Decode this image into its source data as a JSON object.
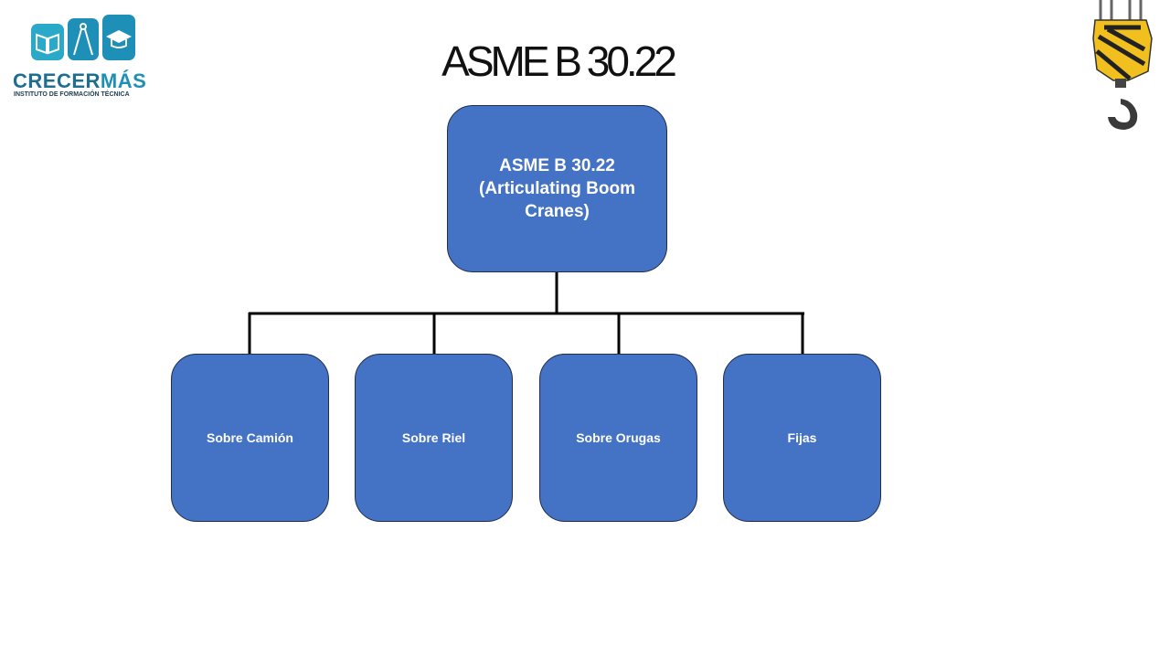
{
  "page": {
    "title": "ASME B 30.22"
  },
  "logo": {
    "name_part1": "CRECER",
    "name_part2": "MÁS",
    "subtitle": "INSTITUTO DE FORMACIÓN TÉCNICA"
  },
  "diagram": {
    "root": {
      "line1": "ASME B 30.22",
      "line2": "(Articulating Boom",
      "line3": "Cranes)"
    },
    "children": [
      {
        "label": "Sobre Camión"
      },
      {
        "label": "Sobre Riel"
      },
      {
        "label": "Sobre Orugas"
      },
      {
        "label": "Fijas"
      }
    ]
  },
  "colors": {
    "box_fill": "#4472c4",
    "box_border": "#1f2d4a",
    "connector": "#000000",
    "logo_blue": "#1e8fb6"
  }
}
